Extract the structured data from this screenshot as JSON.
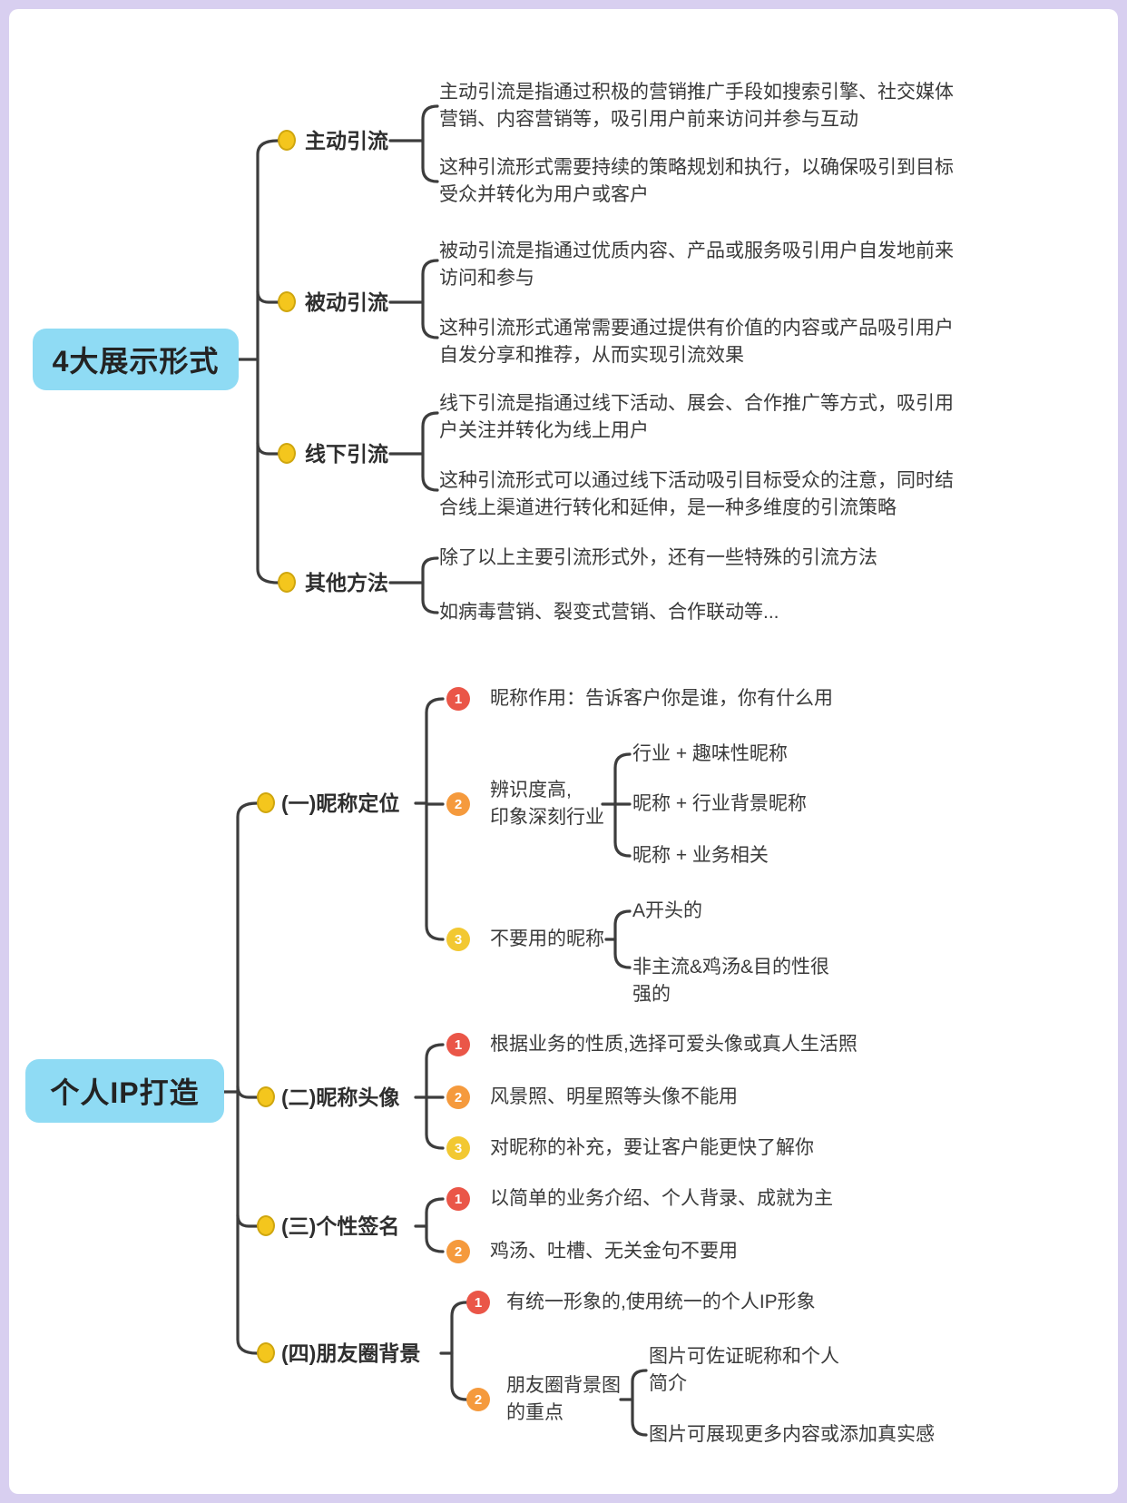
{
  "colors": {
    "frame": "#d8cff0",
    "canvas": "#ffffff",
    "root_bg": "#8fdbf4",
    "branch_dot": "#f4c61d",
    "connector": "#3d3d3d",
    "badge_1": "#ea5648",
    "badge_2": "#f59a3d",
    "badge_3": "#f2c832",
    "text": "#3a3a3a"
  },
  "tree1": {
    "root": "4大展示形式",
    "branches": [
      {
        "label": "主动引流",
        "children": [
          "主动引流是指通过积极的营销推广手段如搜索引擎、社交媒体营销、内容营销等，吸引用户前来访问并参与互动",
          "这种引流形式需要持续的策略规划和执行，以确保吸引到目标受众并转化为用户或客户"
        ]
      },
      {
        "label": "被动引流",
        "children": [
          "被动引流是指通过优质内容、产品或服务吸引用户自发地前来访问和参与",
          "这种引流形式通常需要通过提供有价值的内容或产品吸引用户自发分享和推荐，从而实现引流效果"
        ]
      },
      {
        "label": "线下引流",
        "children": [
          "线下引流是指通过线下活动、展会、合作推广等方式，吸引用户关注并转化为线上用户",
          "这种引流形式可以通过线下活动吸引目标受众的注意，同时结合线上渠道进行转化和延伸，是一种多维度的引流策略"
        ]
      },
      {
        "label": "其他方法",
        "children": [
          "除了以上主要引流形式外，还有一些特殊的引流方法",
          "如病毒营销、裂变式营销、合作联动等..."
        ]
      }
    ]
  },
  "tree2": {
    "root": "个人IP打造",
    "branches": [
      {
        "label": "(一)昵称定位",
        "items": [
          {
            "num": "1",
            "text": "昵称作用：告诉客户你是谁，你有什么用"
          },
          {
            "num": "2",
            "lines": [
              "辨识度高,",
              "印象深刻行业"
            ],
            "children": [
              {
                "text": "行业 + 趣味性昵称"
              },
              {
                "text": "昵称 + 行业背景昵称"
              },
              {
                "text": "昵称 + 业务相关"
              }
            ]
          },
          {
            "num": "3",
            "text": "不要用的昵称",
            "children": [
              {
                "text": "A开头的"
              },
              {
                "lines": [
                  "非主流&鸡汤&目的性很",
                  "强的"
                ]
              }
            ]
          }
        ]
      },
      {
        "label": "(二)昵称头像",
        "items": [
          {
            "num": "1",
            "text": "根据业务的性质,选择可爱头像或真人生活照"
          },
          {
            "num": "2",
            "text": "风景照、明星照等头像不能用"
          },
          {
            "num": "3",
            "text": "对昵称的补充，要让客户能更快了解你"
          }
        ]
      },
      {
        "label": "(三)个性签名",
        "items": [
          {
            "num": "1",
            "text": "以简单的业务介绍、个人背录、成就为主"
          },
          {
            "num": "2",
            "text": "鸡汤、吐槽、无关金句不要用"
          }
        ]
      },
      {
        "label": "(四)朋友圈背景",
        "items": [
          {
            "num": "1",
            "text": "有统一形象的,使用统一的个人IP形象"
          },
          {
            "num": "2",
            "lines": [
              "朋友圈背景图",
              "的重点"
            ],
            "children": [
              {
                "lines": [
                  "图片可佐证昵称和个人",
                  "简介"
                ]
              },
              {
                "text": "图片可展现更多内容或添加真实感"
              }
            ]
          }
        ]
      }
    ]
  }
}
